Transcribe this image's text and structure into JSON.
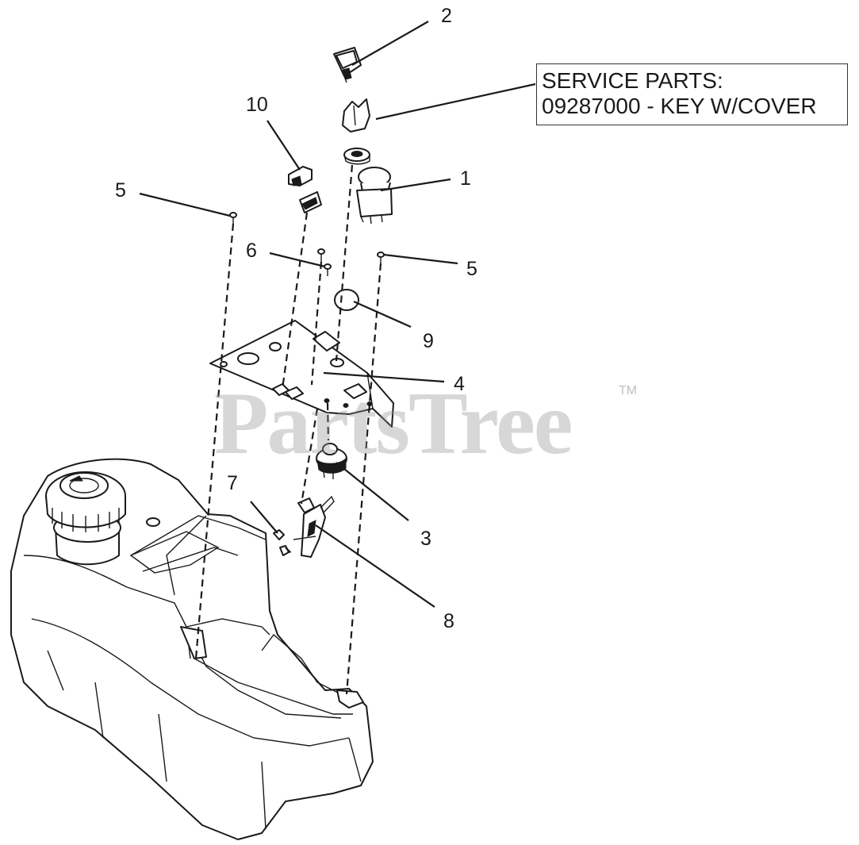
{
  "service_box": {
    "line1": "SERVICE PARTS:",
    "line2": "09287000 - KEY W/COVER"
  },
  "callouts": {
    "c1": "1",
    "c2": "2",
    "c3": "3",
    "c4": "4",
    "c5a": "5",
    "c5b": "5",
    "c6": "6",
    "c7": "7",
    "c8": "8",
    "c9": "9",
    "c10": "10"
  },
  "watermark": {
    "text": "PartsTree",
    "trademark": "TM"
  }
}
